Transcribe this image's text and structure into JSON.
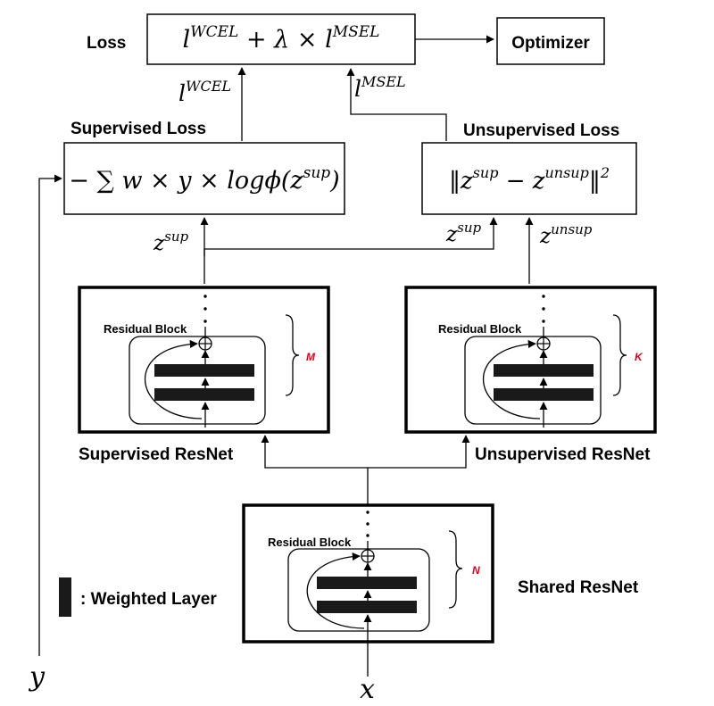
{
  "labels": {
    "loss": "Loss",
    "optimizer": "Optimizer",
    "supervised_loss": "Supervised Loss",
    "unsupervised_loss": "Unsupervised Loss",
    "supervised_resnet": "Supervised ResNet",
    "unsupervised_resnet": "Unsupervised ResNet",
    "shared_resnet": "Shared ResNet",
    "weighted_layer_legend": ": Weighted Layer",
    "residual_block": "Residual Block"
  },
  "formulas": {
    "total_loss": {
      "l1": "l",
      "sup1": "WCEL",
      "mid": " + λ × ",
      "l2": "l",
      "sup2": "MSEL"
    },
    "wcel_edge": {
      "base": "l",
      "sup": "WCEL"
    },
    "msel_edge": {
      "base": "l",
      "sup": "MSEL"
    },
    "supervised_loss": {
      "prefix": "− ∑ w × y × logϕ(z",
      "sup": "sup",
      "suffix": ")"
    },
    "unsupervised_loss": {
      "open": "‖z",
      "sup1": "sup",
      "mid": " − z",
      "sup2": "unsup",
      "close": "‖",
      "pow": "2"
    },
    "z_sup_left": {
      "base": "z",
      "sup": "sup"
    },
    "z_sup_right": {
      "base": "z",
      "sup": "sup"
    },
    "z_unsup": {
      "base": "z",
      "sup": "unsup"
    }
  },
  "repeat_counts": {
    "supervised": "M",
    "unsupervised": "K",
    "shared": "N"
  },
  "inputs": {
    "x": "x",
    "y": "y"
  },
  "colors": {
    "repeat_count": "#e0001b",
    "stroke": "#000000",
    "layer": "#1a1a1a"
  }
}
